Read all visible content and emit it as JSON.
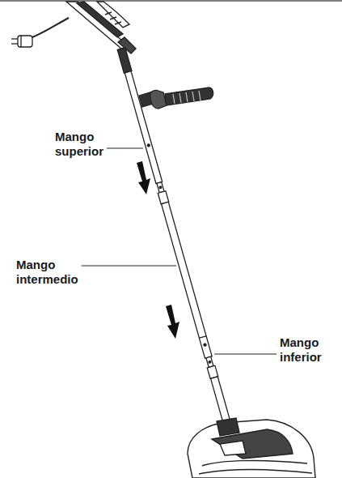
{
  "diagram": {
    "labels": [
      "Mango superior",
      "Mango intermedio",
      "Mango inferior"
    ]
  }
}
